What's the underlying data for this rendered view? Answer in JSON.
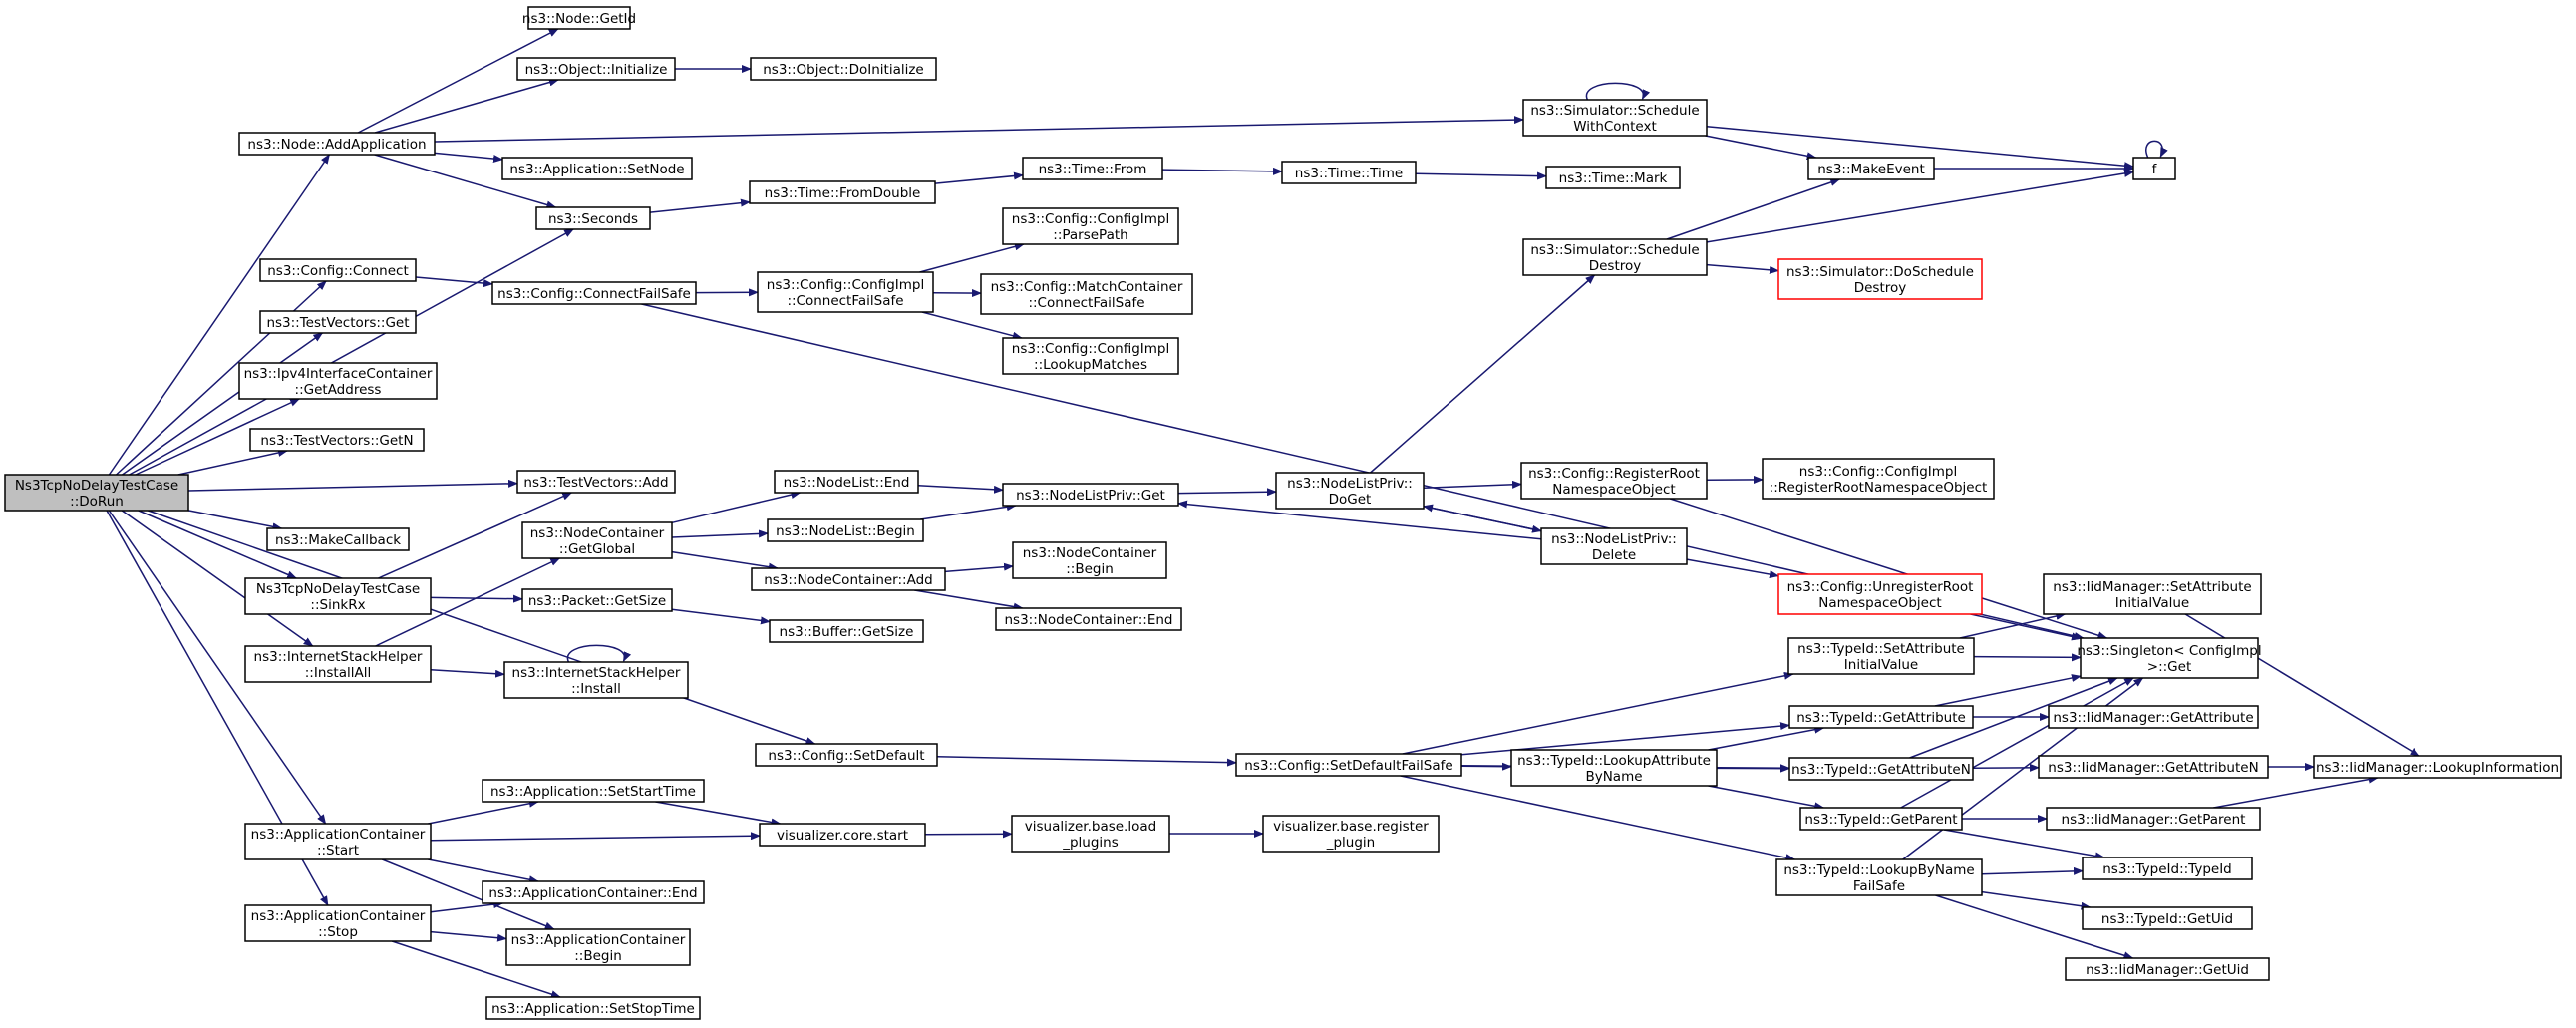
{
  "colors": {
    "edge": "#191970",
    "root_fill": "#bfbfbf",
    "truncated_border": "#ff0000"
  },
  "nodes": {
    "doRun": [
      "Ns3TcpNoDelayTestCase",
      "::DoRun"
    ],
    "nodeGetId": [
      "ns3::Node::GetId"
    ],
    "objInit": [
      "ns3::Object::Initialize"
    ],
    "objDoInit": [
      "ns3::Object::DoInitialize"
    ],
    "addApp": [
      "ns3::Node::AddApplication"
    ],
    "appSetNode": [
      "ns3::Application::SetNode"
    ],
    "seconds": [
      "ns3::Seconds"
    ],
    "fromDouble": [
      "ns3::Time::FromDouble"
    ],
    "timeFrom": [
      "ns3::Time::From"
    ],
    "timeTime": [
      "ns3::Time::Time"
    ],
    "timeMark": [
      "ns3::Time::Mark"
    ],
    "schedCtx": [
      "ns3::Simulator::Schedule",
      "WithContext"
    ],
    "makeEvent": [
      "ns3::MakeEvent"
    ],
    "f": [
      "f"
    ],
    "schedDestroy": [
      "ns3::Simulator::Schedule",
      "Destroy"
    ],
    "doSchedDestroy": [
      "ns3::Simulator::DoSchedule",
      "Destroy"
    ],
    "cfgConnect": [
      "ns3::Config::Connect"
    ],
    "cfgConnectFS": [
      "ns3::Config::ConnectFailSafe"
    ],
    "implConnectFS": [
      "ns3::Config::ConfigImpl",
      "::ConnectFailSafe"
    ],
    "implParsePath": [
      "ns3::Config::ConfigImpl",
      "::ParsePath"
    ],
    "matchConnectFS": [
      "ns3::Config::MatchContainer",
      "::ConnectFailSafe"
    ],
    "implLookup": [
      "ns3::Config::ConfigImpl",
      "::LookupMatches"
    ],
    "tvGet": [
      "ns3::TestVectors::Get"
    ],
    "ipv4GetAddr": [
      "ns3::Ipv4InterfaceContainer",
      "::GetAddress"
    ],
    "tvGetN": [
      "ns3::TestVectors::GetN"
    ],
    "tvAdd": [
      "ns3::TestVectors::Add"
    ],
    "makeCallback": [
      "ns3::MakeCallback"
    ],
    "sinkRx": [
      "Ns3TcpNoDelayTestCase",
      "::SinkRx"
    ],
    "installAll": [
      "ns3::InternetStackHelper",
      "::InstallAll"
    ],
    "ncGetGlobal": [
      "ns3::NodeContainer",
      "::GetGlobal"
    ],
    "nlEnd": [
      "ns3::NodeList::End"
    ],
    "nlBegin": [
      "ns3::NodeList::Begin"
    ],
    "nlpGet": [
      "ns3::NodeListPriv::Get"
    ],
    "nlpDoGet": [
      "ns3::NodeListPriv::",
      "DoGet"
    ],
    "nlpDelete": [
      "ns3::NodeListPriv::",
      "Delete"
    ],
    "cfgRegRoot": [
      "ns3::Config::RegisterRoot",
      "NamespaceObject"
    ],
    "implRegRoot": [
      "ns3::Config::ConfigImpl",
      "::RegisterRootNamespaceObject"
    ],
    "cfgUnregRoot": [
      "ns3::Config::UnregisterRoot",
      "NamespaceObject"
    ],
    "singletonGet": [
      "ns3::Singleton< ConfigImpl",
      ">::Get"
    ],
    "ncAdd": [
      "ns3::NodeContainer::Add"
    ],
    "ncBegin": [
      "ns3::NodeContainer",
      "::Begin"
    ],
    "ncEnd": [
      "ns3::NodeContainer::End"
    ],
    "pktGetSize": [
      "ns3::Packet::GetSize"
    ],
    "bufGetSize": [
      "ns3::Buffer::GetSize"
    ],
    "ishInstall": [
      "ns3::InternetStackHelper",
      "::Install"
    ],
    "cfgSetDefault": [
      "ns3::Config::SetDefault"
    ],
    "cfgSetDefaultFS": [
      "ns3::Config::SetDefaultFailSafe"
    ],
    "tidLookupAttr": [
      "ns3::TypeId::LookupAttribute",
      "ByName"
    ],
    "tidSetAttrInit": [
      "ns3::TypeId::SetAttribute",
      "InitialValue"
    ],
    "tidGetAttr": [
      "ns3::TypeId::GetAttribute"
    ],
    "tidGetAttrN": [
      "ns3::TypeId::GetAttributeN"
    ],
    "tidGetParent": [
      "ns3::TypeId::GetParent"
    ],
    "tidLookupByName": [
      "ns3::TypeId::LookupByName",
      "FailSafe"
    ],
    "iidSetAttrInit": [
      "ns3::IidManager::SetAttribute",
      "InitialValue"
    ],
    "iidGetAttr": [
      "ns3::IidManager::GetAttribute"
    ],
    "iidGetAttrN": [
      "ns3::IidManager::GetAttributeN"
    ],
    "iidLookupInfo": [
      "ns3::IidManager::LookupInformation"
    ],
    "iidGetParent": [
      "ns3::IidManager::GetParent"
    ],
    "tidTypeId": [
      "ns3::TypeId::TypeId"
    ],
    "tidGetUid": [
      "ns3::TypeId::GetUid"
    ],
    "iidGetUid": [
      "ns3::IidManager::GetUid"
    ],
    "acStart": [
      "ns3::ApplicationContainer",
      "::Start"
    ],
    "acStop": [
      "ns3::ApplicationContainer",
      "::Stop"
    ],
    "appSetStart": [
      "ns3::Application::SetStartTime"
    ],
    "appSetStop": [
      "ns3::Application::SetStopTime"
    ],
    "acEnd": [
      "ns3::ApplicationContainer::End"
    ],
    "acBegin": [
      "ns3::ApplicationContainer",
      "::Begin"
    ],
    "vizStart": [
      "visualizer.core.start"
    ],
    "vizLoad": [
      "visualizer.base.load",
      "_plugins"
    ],
    "vizRegister": [
      "visualizer.base.register",
      "_plugin"
    ]
  }
}
